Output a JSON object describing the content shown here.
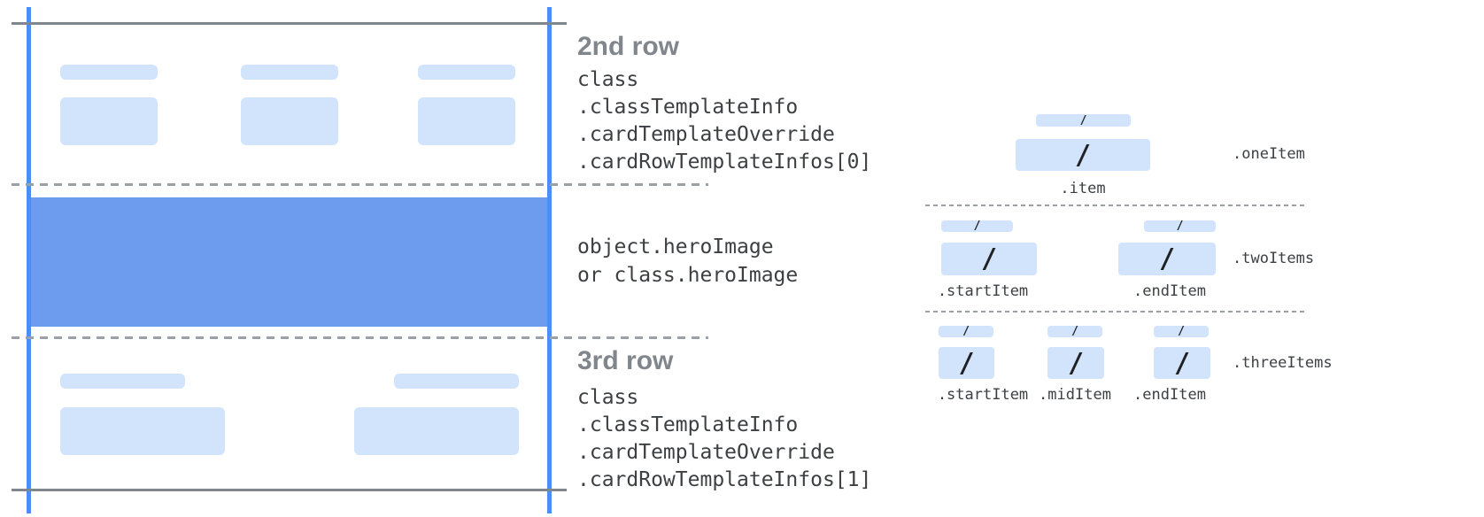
{
  "colors": {
    "accent_line": "#4C8DF7",
    "hero_fill": "#6D9CEF",
    "bar_fill": "#D2E3FC",
    "heading_gray": "#80868B",
    "code_text": "#3C4043",
    "line_gray": "#80868B",
    "dash_gray": "#9AA0A6",
    "slash_color": "#202124"
  },
  "left_card": {
    "row2": {
      "heading": "2nd row",
      "code_lines": [
        "class",
        ".classTemplateInfo",
        ".cardTemplateOverride",
        ".cardRowTemplateInfos[0]"
      ]
    },
    "hero": {
      "code_lines": [
        "object.heroImage",
        "or class.heroImage"
      ]
    },
    "row3": {
      "heading": "3rd row",
      "code_lines": [
        "class",
        ".classTemplateInfo",
        ".cardTemplateOverride",
        ".cardRowTemplateInfos[1]"
      ]
    }
  },
  "right_panel": {
    "slash": "/",
    "sections": [
      {
        "name_label": ".oneItem",
        "item_labels": [
          ".item"
        ]
      },
      {
        "name_label": ".twoItems",
        "item_labels": [
          ".startItem",
          ".endItem"
        ]
      },
      {
        "name_label": ".threeItems",
        "item_labels": [
          ".startItem",
          ".midItem",
          ".endItem"
        ]
      }
    ]
  }
}
